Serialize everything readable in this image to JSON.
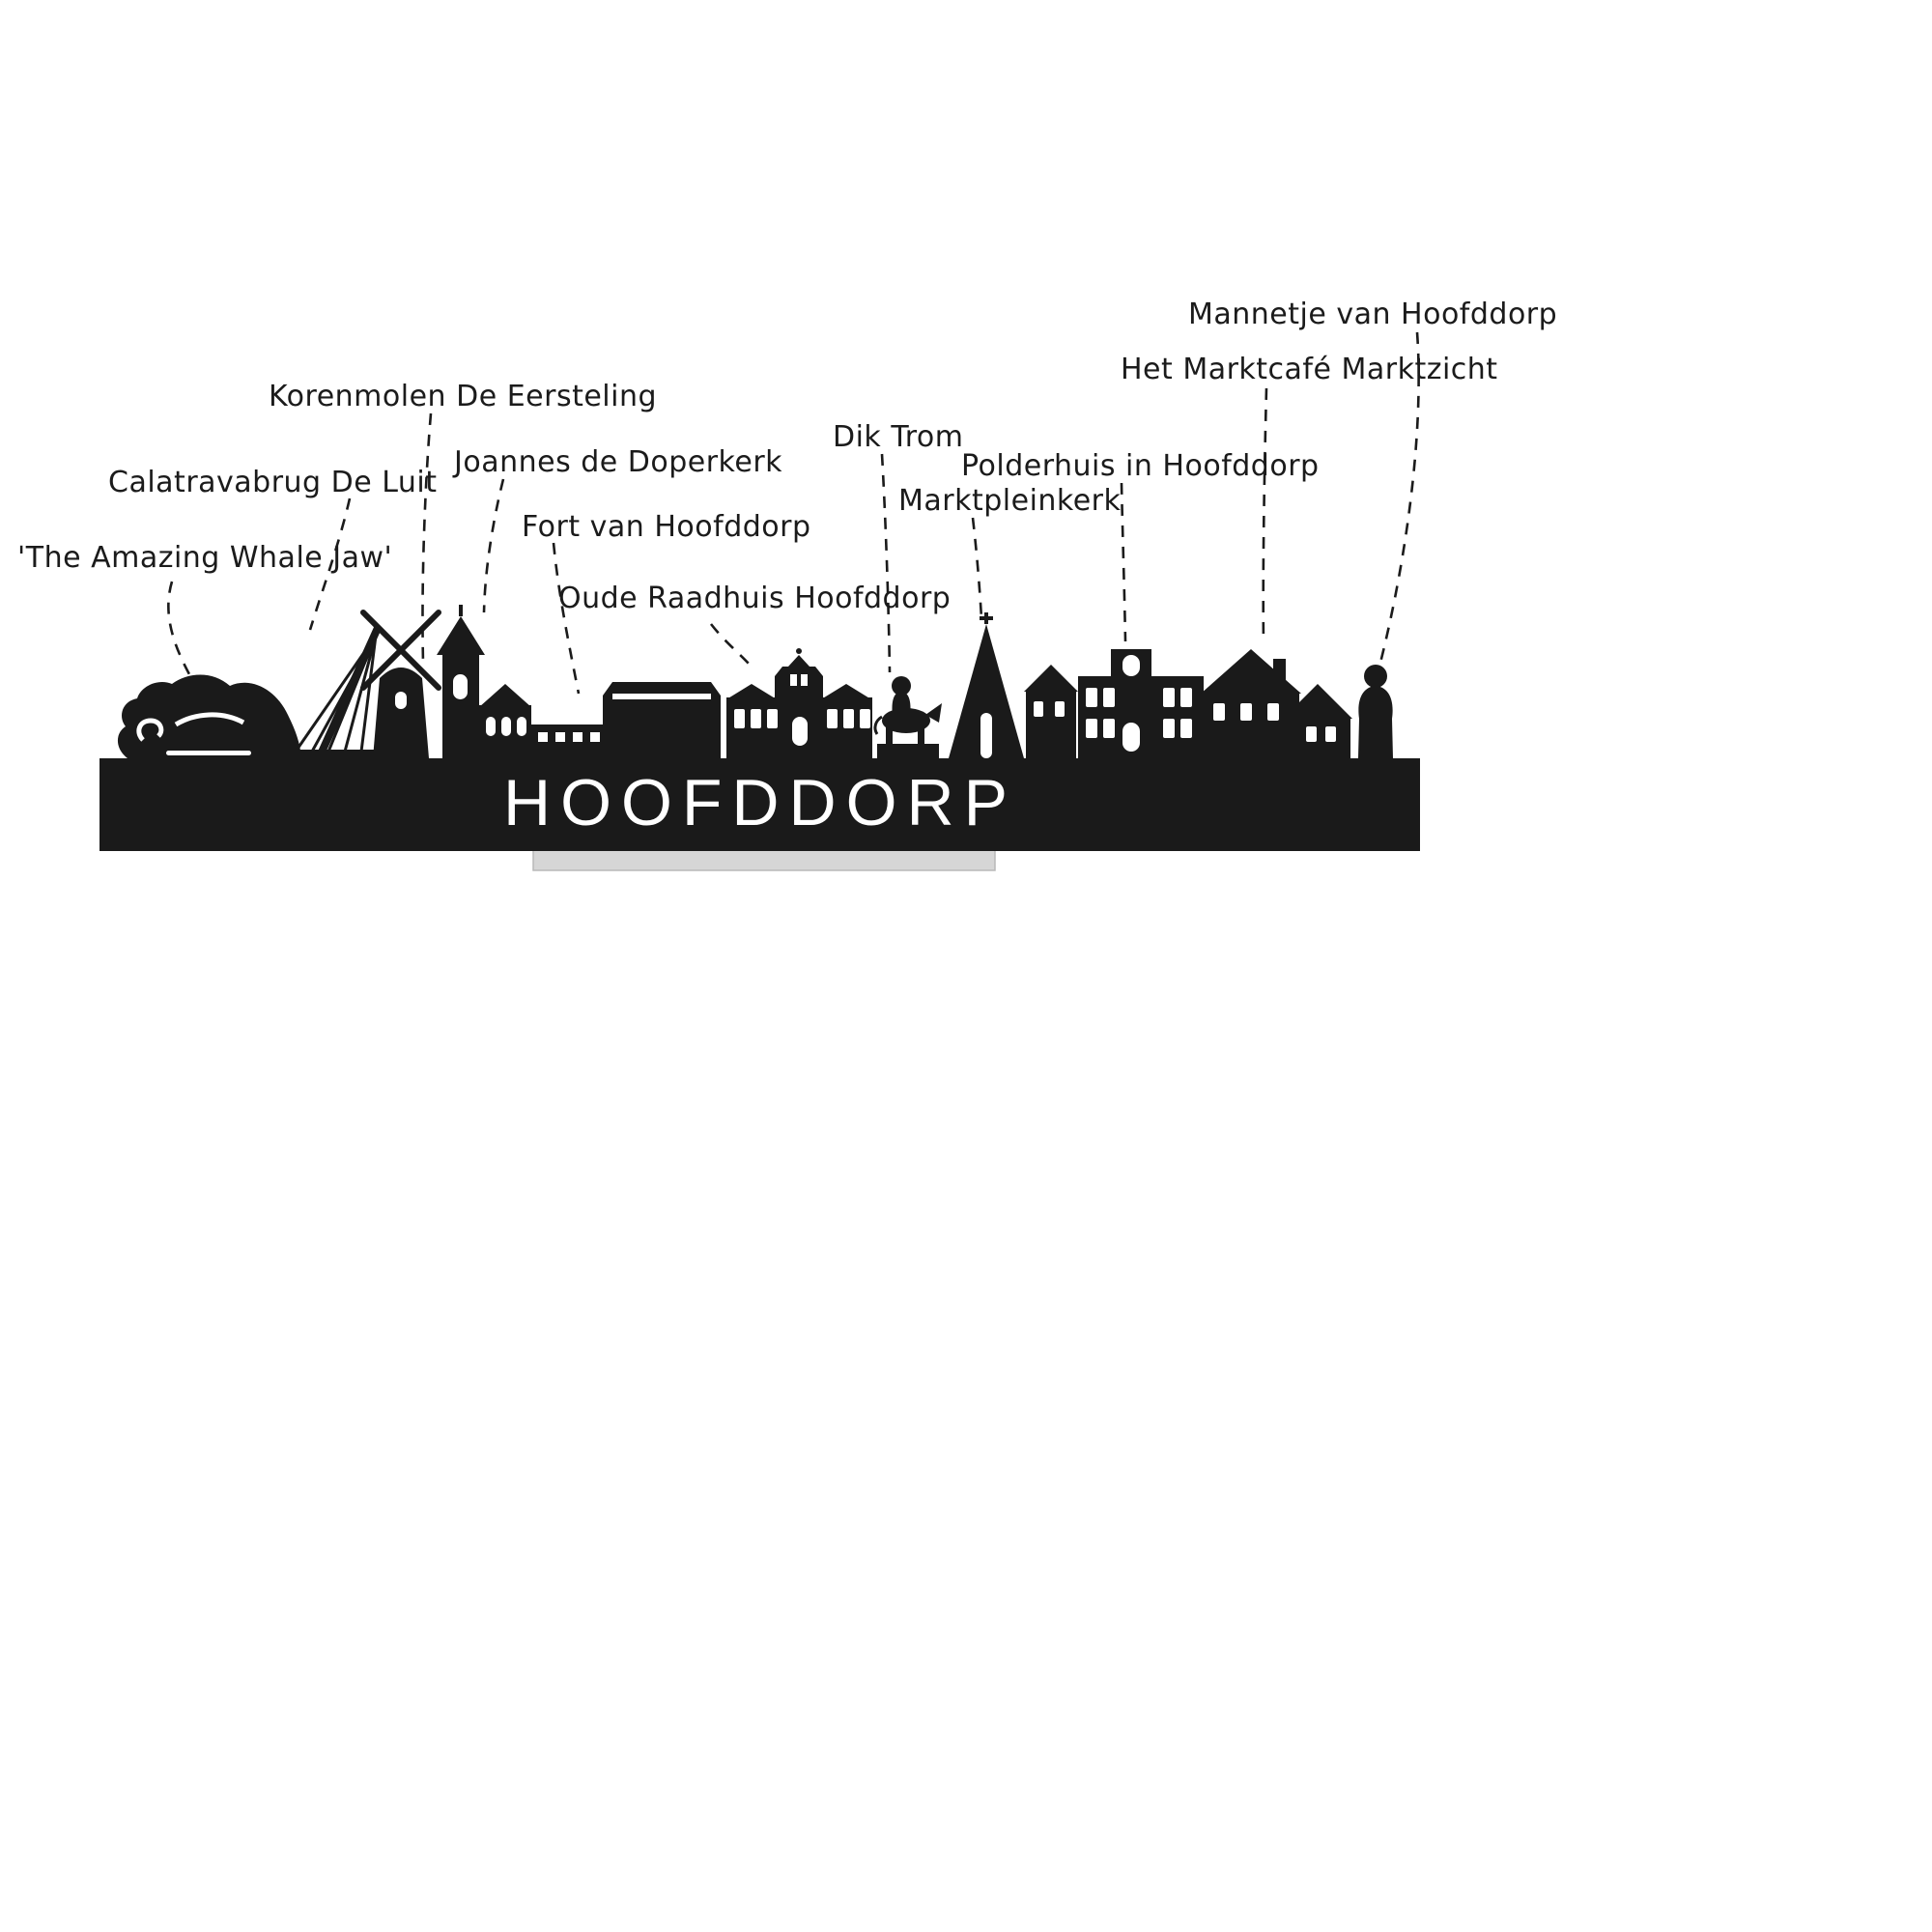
{
  "skyline": {
    "city": "HOOFDDORP",
    "silhouette_color": "#1a1a1a",
    "stand_color": "#d6d6d6",
    "background_color": "#ffffff"
  },
  "labels": [
    {
      "id": "whale-jaw",
      "text": "'The Amazing Whale Jaw'"
    },
    {
      "id": "calatravabrug",
      "text": "Calatravabrug De Luit"
    },
    {
      "id": "korenmolen",
      "text": "Korenmolen De Eersteling"
    },
    {
      "id": "joannes-de-doperkerk",
      "text": "Joannes de Doperkerk"
    },
    {
      "id": "fort-van-hoofddorp",
      "text": "Fort van Hoofddorp"
    },
    {
      "id": "oude-raadhuis",
      "text": "Oude Raadhuis Hoofddorp"
    },
    {
      "id": "dik-trom",
      "text": "Dik Trom"
    },
    {
      "id": "marktpleinkerk",
      "text": "Marktpleinkerk"
    },
    {
      "id": "polderhuis",
      "text": "Polderhuis in Hoofddorp"
    },
    {
      "id": "marktcafe",
      "text": "Het Marktcafé Marktzicht"
    },
    {
      "id": "mannetje",
      "text": "Mannetje van Hoofddorp"
    }
  ]
}
